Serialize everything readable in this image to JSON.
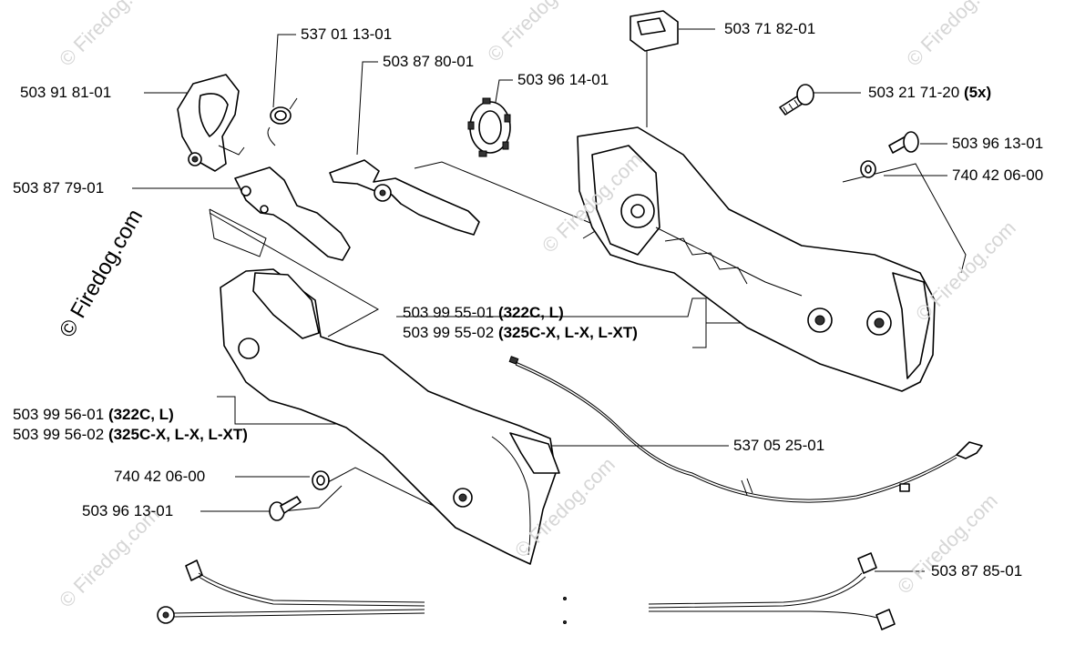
{
  "labels": {
    "l1": "537 01 13-01",
    "l2": "503 87 80-01",
    "l3": "503 96 14-01",
    "l4": "503 71 82-01",
    "l5": "503 21 71-20",
    "l5_qty": "(5x)",
    "l6": "503 96 13-01",
    "l7": "740 42 06-00",
    "l8": "503 91 81-01",
    "l9": "503 87 79-01",
    "l10": "503 99 55-01",
    "l10_variant": "(322C, L)",
    "l11": "503 99 55-02",
    "l11_variant": "(325C-X, L-X, L-XT)",
    "l12": "503 99 56-01",
    "l12_variant": "(322C, L)",
    "l13": "503 99 56-02",
    "l13_variant": "(325C-X, L-X, L-XT)",
    "l14": "537 05 25-01",
    "l15": "740 42 06-00",
    "l16": "503 96 13-01",
    "l17": "503 87 85-01"
  },
  "watermark": {
    "brand": "© Firedog.com",
    "small": "© Firedog.com"
  }
}
